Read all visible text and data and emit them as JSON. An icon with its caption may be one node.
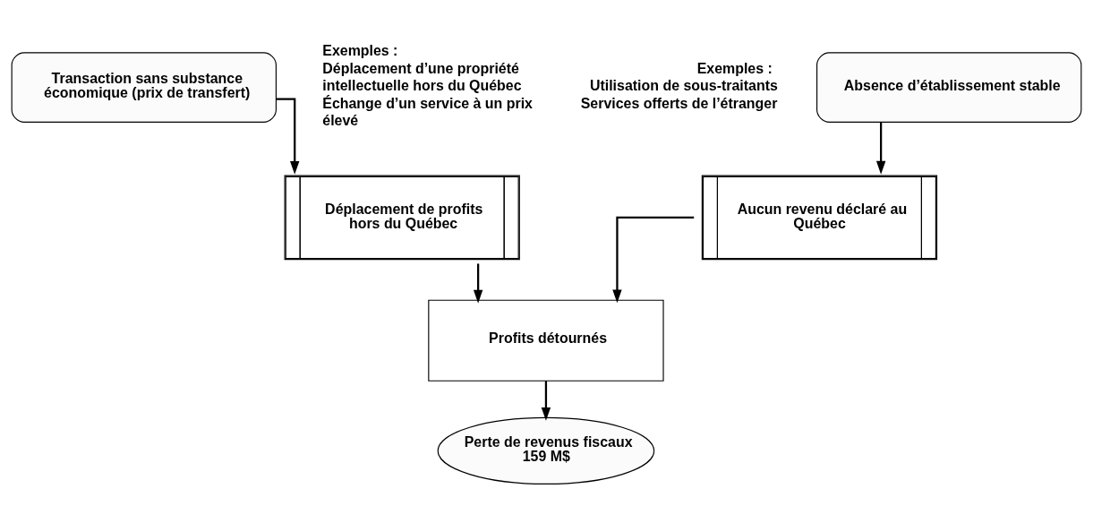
{
  "diagram": {
    "nodes": [
      {
        "text": [
          "Absence d’établissement stable"
        ],
        "beside": [
          "Exemples :",
          "Utilisation de sous-traitants",
          "Services offerts de l’étranger"
        ]
      },
      {
        "text": [
          "Transaction sans substance économique (prix de transfert)"
        ],
        "beside": [
          "Exemples :",
          "Déplacement d’une propriété intellectuelle hors du Québec",
          "Échange d’un service à un prix élevé"
        ]
      },
      {
        "text": [
          "Aucun revenu déclaré au Québec"
        ]
      },
      {
        "text": [
          "Déplacement de profits hors du Québec"
        ]
      },
      {
        "text": [
          "Profits détournés"
        ]
      },
      {
        "text": [
          "Perte de revenus fiscaux 159 M$"
        ]
      }
    ],
    "edges": [
      {
        "from": 0,
        "to": 2,
        "arrow": "to"
      },
      {
        "from": 1,
        "to": 3,
        "arrow": "to"
      },
      {
        "from": 2,
        "to": 4,
        "arrow": "to"
      },
      {
        "from": 3,
        "to": 4,
        "arrow": "to"
      },
      {
        "from": 4,
        "to": 5,
        "arrow": "to"
      }
    ]
  }
}
